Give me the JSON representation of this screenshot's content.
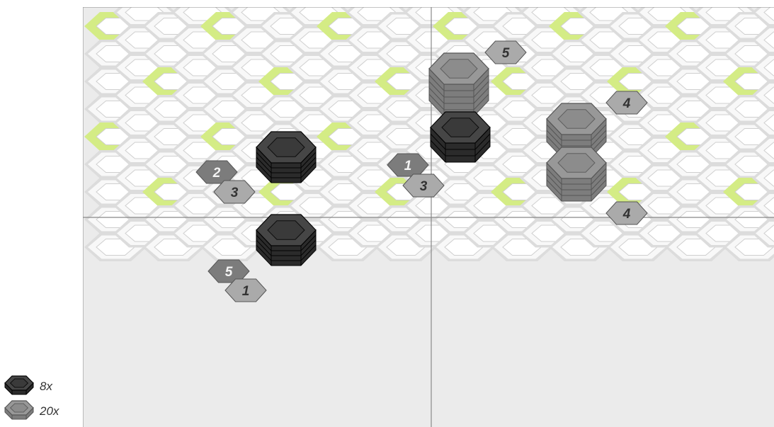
{
  "colors": {
    "background": "#ebebeb",
    "hex_border": "#dcdcdc",
    "hex_fill": "#f8f8f8",
    "hex_hole": "#ffffff",
    "highlight": "#d4ec85",
    "dark_piece": "#3a3a3a",
    "grey_piece": "#8c8c8c",
    "badge_dark": "#7c7c7c",
    "badge_light": "#aaaaaa",
    "quadrant_line": "#888888"
  },
  "stacks": [
    {
      "name": "stack-dark-upper-left",
      "type": "dark",
      "height": 4
    },
    {
      "name": "stack-dark-lower-left",
      "type": "dark",
      "height": 4
    },
    {
      "name": "stack-grey-top-center",
      "type": "grey",
      "height": 5
    },
    {
      "name": "stack-dark-center",
      "type": "dark",
      "height": 3
    },
    {
      "name": "stack-grey-right-top",
      "type": "grey",
      "height": 4
    },
    {
      "name": "stack-grey-right-bottom",
      "type": "grey",
      "height": 4
    }
  ],
  "badges": [
    {
      "text": "2",
      "tone": "dark"
    },
    {
      "text": "3",
      "tone": "light"
    },
    {
      "text": "5",
      "tone": "dark"
    },
    {
      "text": "1",
      "tone": "light"
    },
    {
      "text": "1",
      "tone": "dark"
    },
    {
      "text": "3",
      "tone": "light"
    },
    {
      "text": "5",
      "tone": "light"
    },
    {
      "text": "4",
      "tone": "light"
    },
    {
      "text": "4",
      "tone": "light"
    }
  ],
  "legend": [
    {
      "icon": "dark-piece-icon",
      "label": "8x"
    },
    {
      "icon": "grey-piece-icon",
      "label": "20x"
    }
  ]
}
